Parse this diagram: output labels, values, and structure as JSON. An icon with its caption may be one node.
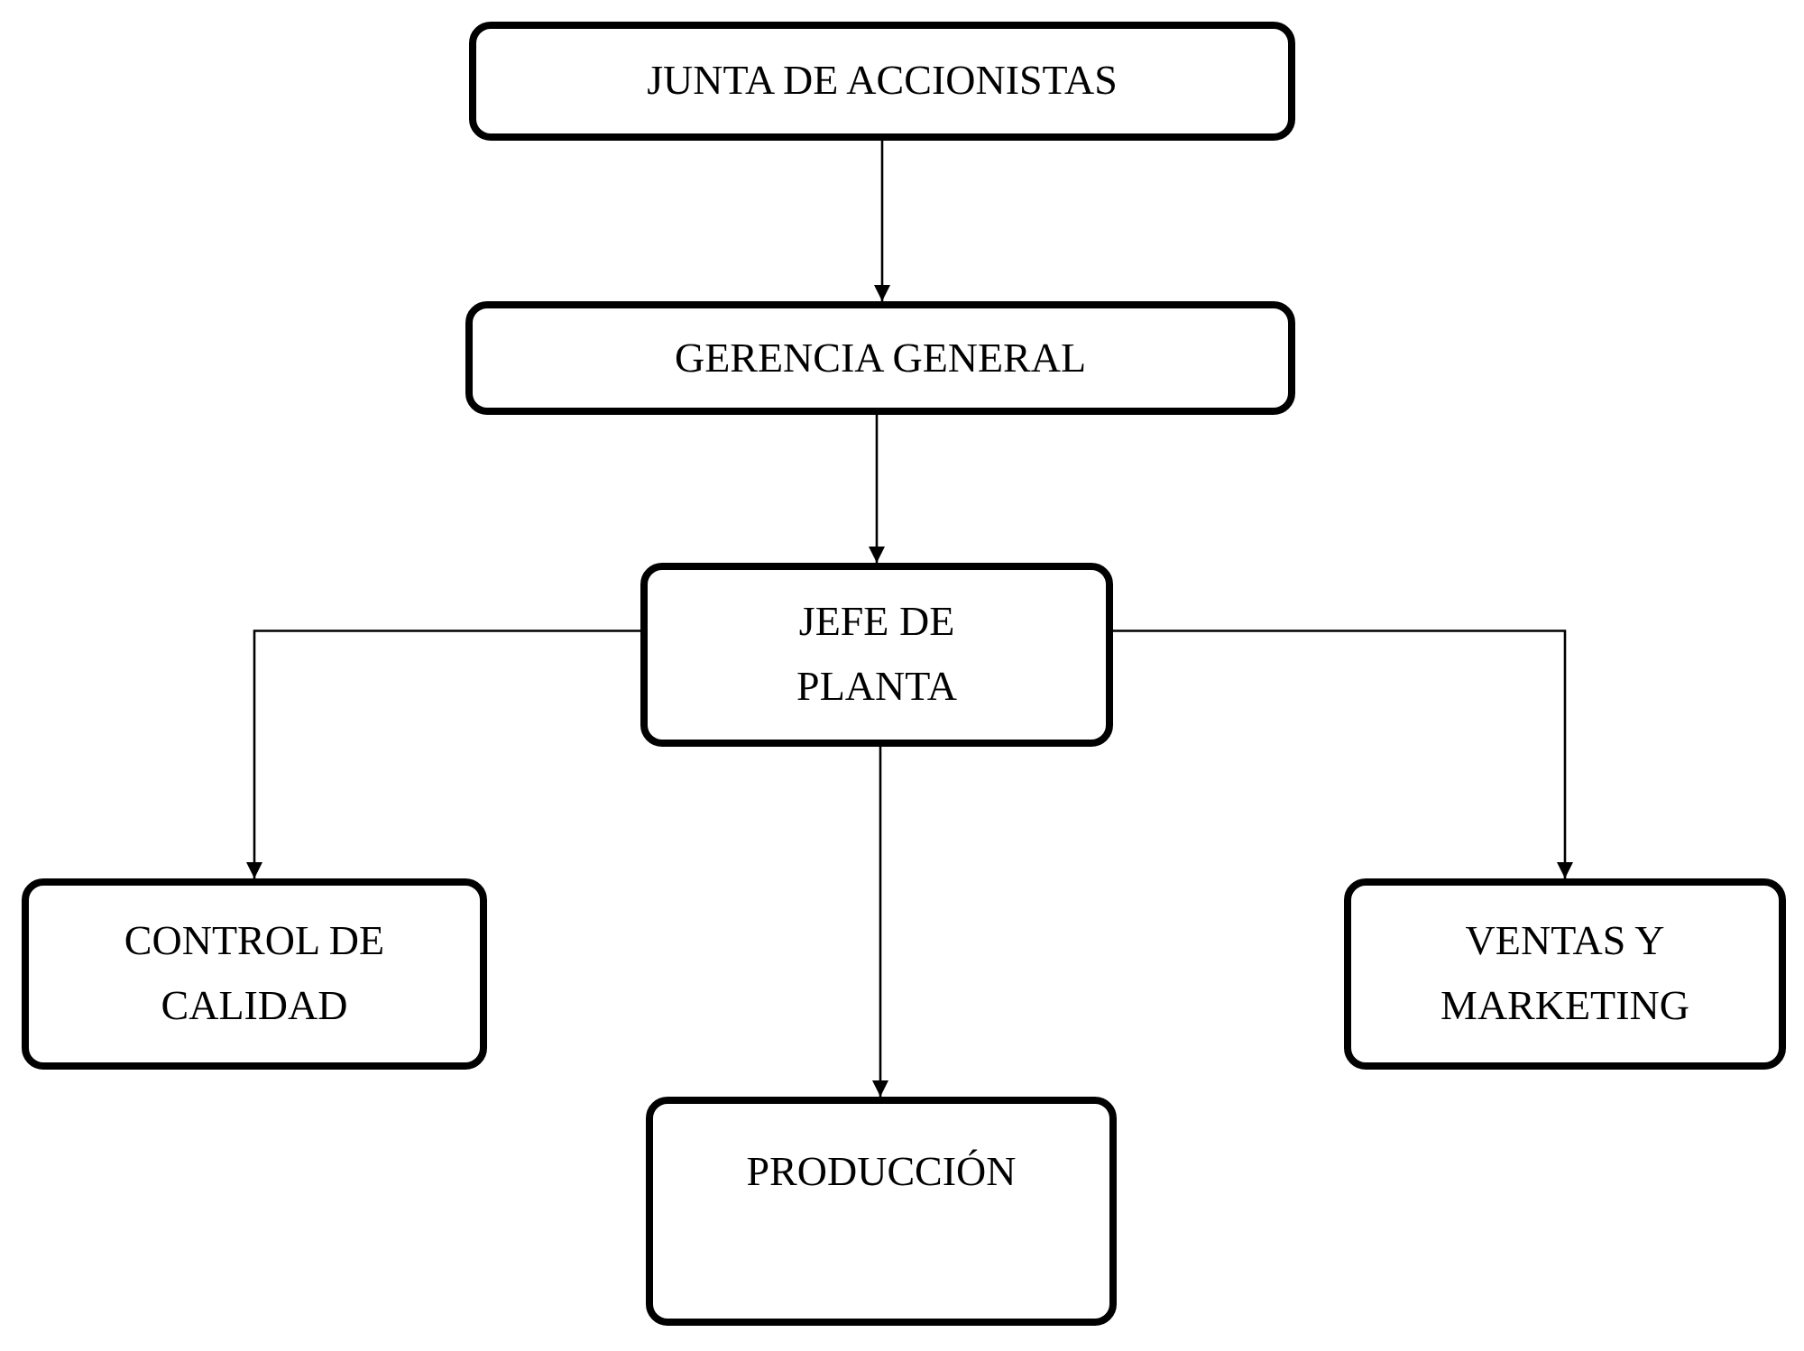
{
  "diagram": {
    "nodes": [
      {
        "text": [
          "JUNTA DE ACCIONISTAS"
        ]
      },
      {
        "text": [
          "GERENCIA GENERAL"
        ]
      },
      {
        "text": [
          "JEFE DE PLANTA"
        ]
      },
      {
        "text": [
          "CONTROL DE CALIDAD"
        ]
      },
      {
        "text": [
          "VENTAS Y MARKETING"
        ]
      },
      {
        "text": [
          "PRODUCCIÓN"
        ]
      }
    ],
    "edges": [
      {
        "from": 0,
        "to": 1,
        "arrow": "to"
      },
      {
        "from": 1,
        "to": 2,
        "arrow": "to"
      },
      {
        "from": 2,
        "to": 3,
        "arrow": "to"
      },
      {
        "from": 2,
        "to": 4,
        "arrow": "to"
      },
      {
        "from": 2,
        "to": 5,
        "arrow": "to"
      }
    ]
  }
}
